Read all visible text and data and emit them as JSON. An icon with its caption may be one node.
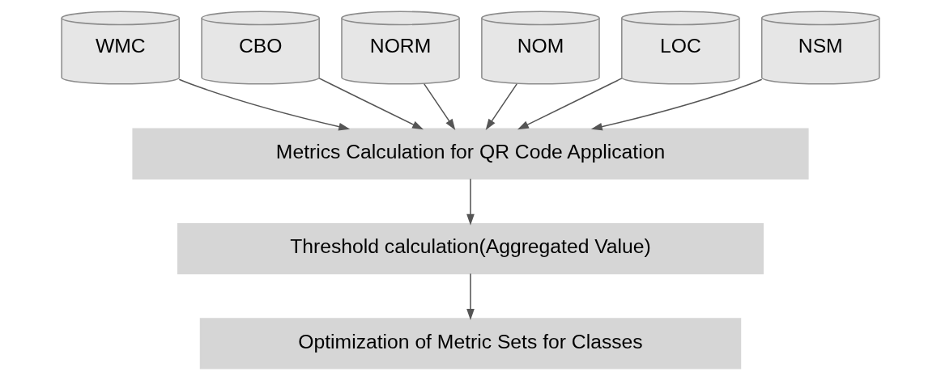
{
  "diagram": {
    "nodes": [
      {
        "text": [
          "WMC"
        ]
      },
      {
        "text": [
          "CBO"
        ]
      },
      {
        "text": [
          "NORM"
        ]
      },
      {
        "text": [
          "NOM"
        ]
      },
      {
        "text": [
          "LOC"
        ]
      },
      {
        "text": [
          "NSM"
        ]
      },
      {
        "text": [
          "Metrics Calculation for QR Code Application"
        ]
      },
      {
        "text": [
          "Threshold calculation(Aggregated Value)"
        ]
      },
      {
        "text": [
          "Optimization of Metric Sets for Classes"
        ]
      }
    ],
    "edges": [
      {
        "from": 0,
        "to": 6,
        "arrow": "to"
      },
      {
        "from": 1,
        "to": 6,
        "arrow": "to"
      },
      {
        "from": 2,
        "to": 6,
        "arrow": "to"
      },
      {
        "from": 3,
        "to": 6,
        "arrow": "to"
      },
      {
        "from": 4,
        "to": 6,
        "arrow": "to"
      },
      {
        "from": 5,
        "to": 6,
        "arrow": "to"
      },
      {
        "from": 6,
        "to": 7,
        "arrow": "to"
      },
      {
        "from": 7,
        "to": 8,
        "arrow": "to"
      }
    ]
  }
}
